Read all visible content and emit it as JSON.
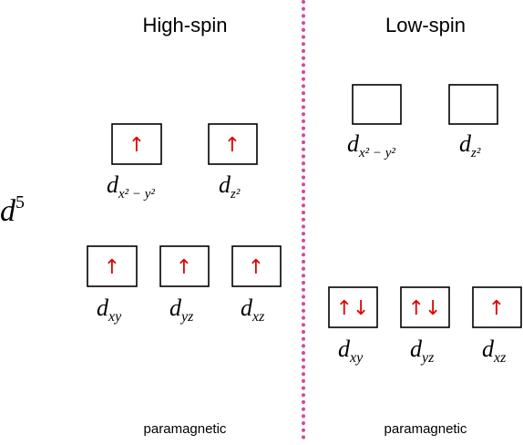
{
  "config": "d",
  "config_exp": "5",
  "divider_color": "#d24a9b",
  "arrow_color": "#e00000",
  "high_spin": {
    "title": "High-spin",
    "footer": "paramagnetic",
    "upper": [
      {
        "sub": "x² − y²",
        "arrows": "↑"
      },
      {
        "sub": "z²",
        "arrows": "↑"
      }
    ],
    "lower": [
      {
        "sub": "xy",
        "arrows": "↑"
      },
      {
        "sub": "yz",
        "arrows": "↑"
      },
      {
        "sub": "xz",
        "arrows": "↑"
      }
    ]
  },
  "low_spin": {
    "title": "Low-spin",
    "footer": "paramagnetic",
    "upper": [
      {
        "sub": "x² − y²",
        "arrows": ""
      },
      {
        "sub": "z²",
        "arrows": ""
      }
    ],
    "lower": [
      {
        "sub": "xy",
        "arrows": "↑↓"
      },
      {
        "sub": "yz",
        "arrows": "↑↓"
      },
      {
        "sub": "xz",
        "arrows": "↑"
      }
    ]
  }
}
